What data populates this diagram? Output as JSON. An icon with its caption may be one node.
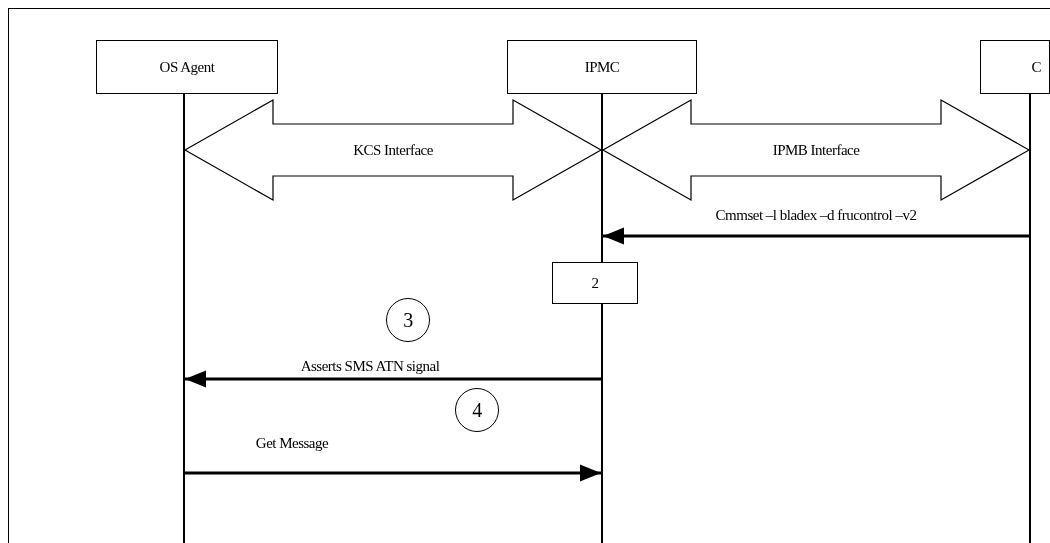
{
  "diagram": {
    "nodes": [
      {
        "text": [
          "OS Agent"
        ]
      },
      {
        "text": [
          "IPMC"
        ]
      },
      {
        "text": [
          "C"
        ]
      },
      {
        "text": [],
        "shape": "line"
      },
      {
        "text": [],
        "shape": "line"
      },
      {
        "text": [],
        "shape": "line"
      },
      {
        "text": [
          "2"
        ]
      },
      {
        "text": [
          "3"
        ]
      },
      {
        "text": [
          "4"
        ]
      }
    ],
    "edges": [
      {
        "from": 3,
        "to": 4,
        "arrow": "both",
        "label": "KCS Interface",
        "style": "thick"
      },
      {
        "from": 4,
        "to": 5,
        "arrow": "both",
        "label": "IPMB Interface",
        "style": "thick"
      },
      {
        "from": 5,
        "to": 4,
        "arrow": "to",
        "label": "Cmmset –l bladex –d frucontrol –v2"
      },
      {
        "from": 4,
        "to": 3,
        "arrow": "to",
        "label": "Asserts SMS ATN signal"
      },
      {
        "from": 3,
        "to": 4,
        "arrow": "to",
        "label": "Get Message"
      }
    ]
  }
}
